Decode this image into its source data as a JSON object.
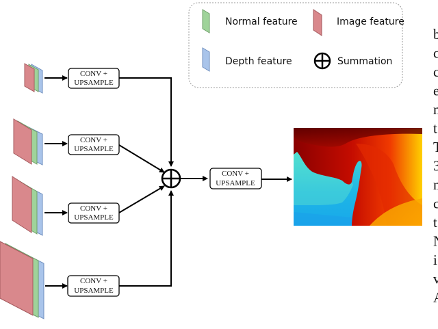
{
  "legend": {
    "normal_label": "Normal feature",
    "image_label": "Image feature",
    "depth_label": "Depth feature",
    "sum_label": "Summation"
  },
  "blocks": {
    "b1_line1": "CONV +",
    "b1_line2": "UPSAMPLE",
    "b2_line1": "CONV +",
    "b2_line2": "UPSAMPLE",
    "b3_line1": "CONV +",
    "b3_line2": "UPSAMPLE",
    "b4_line1": "CONV +",
    "b4_line2": "UPSAMPLE",
    "final_line1": "CONV +",
    "final_line2": "UPSAMPLE"
  },
  "side_text": [
    "b",
    "c",
    "c",
    "e",
    "n",
    "t",
    "T",
    "3",
    "n",
    "c",
    "t",
    "N",
    "i",
    "v",
    "A"
  ],
  "colors": {
    "normal": "#9fd39a",
    "image": "#d9888c",
    "depth": "#a9c4ea",
    "depth_map_warm": "#e01a10",
    "depth_map_dark": "#8a0000",
    "depth_map_cool": "#1fb8e8"
  }
}
